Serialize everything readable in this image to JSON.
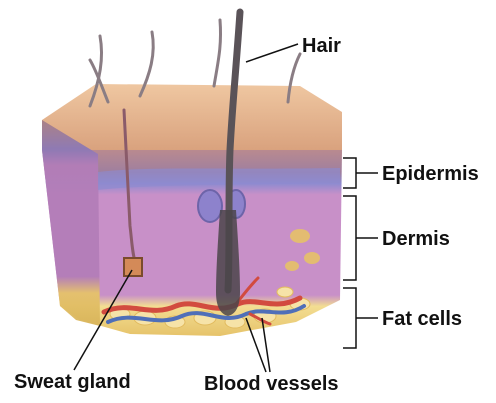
{
  "labels": {
    "hair": "Hair",
    "epidermis": "Epidermis",
    "dermis": "Dermis",
    "fat_cells": "Fat cells",
    "sweat_gland": "Sweat gland",
    "blood_vessels": "Blood vessels"
  },
  "colors": {
    "surface_top": "#e8b58f",
    "epidermis": "#b98a8f",
    "epidermis_band": "#8e8bd0",
    "dermis": "#c890c8",
    "dermis_side": "#b37db8",
    "fat": "#f3dd92",
    "fat_dark": "#e6c36a",
    "hair": "#5a5358",
    "blood_red": "#d24b3f",
    "blood_blue": "#4f6fb8",
    "leader": "#111111"
  }
}
